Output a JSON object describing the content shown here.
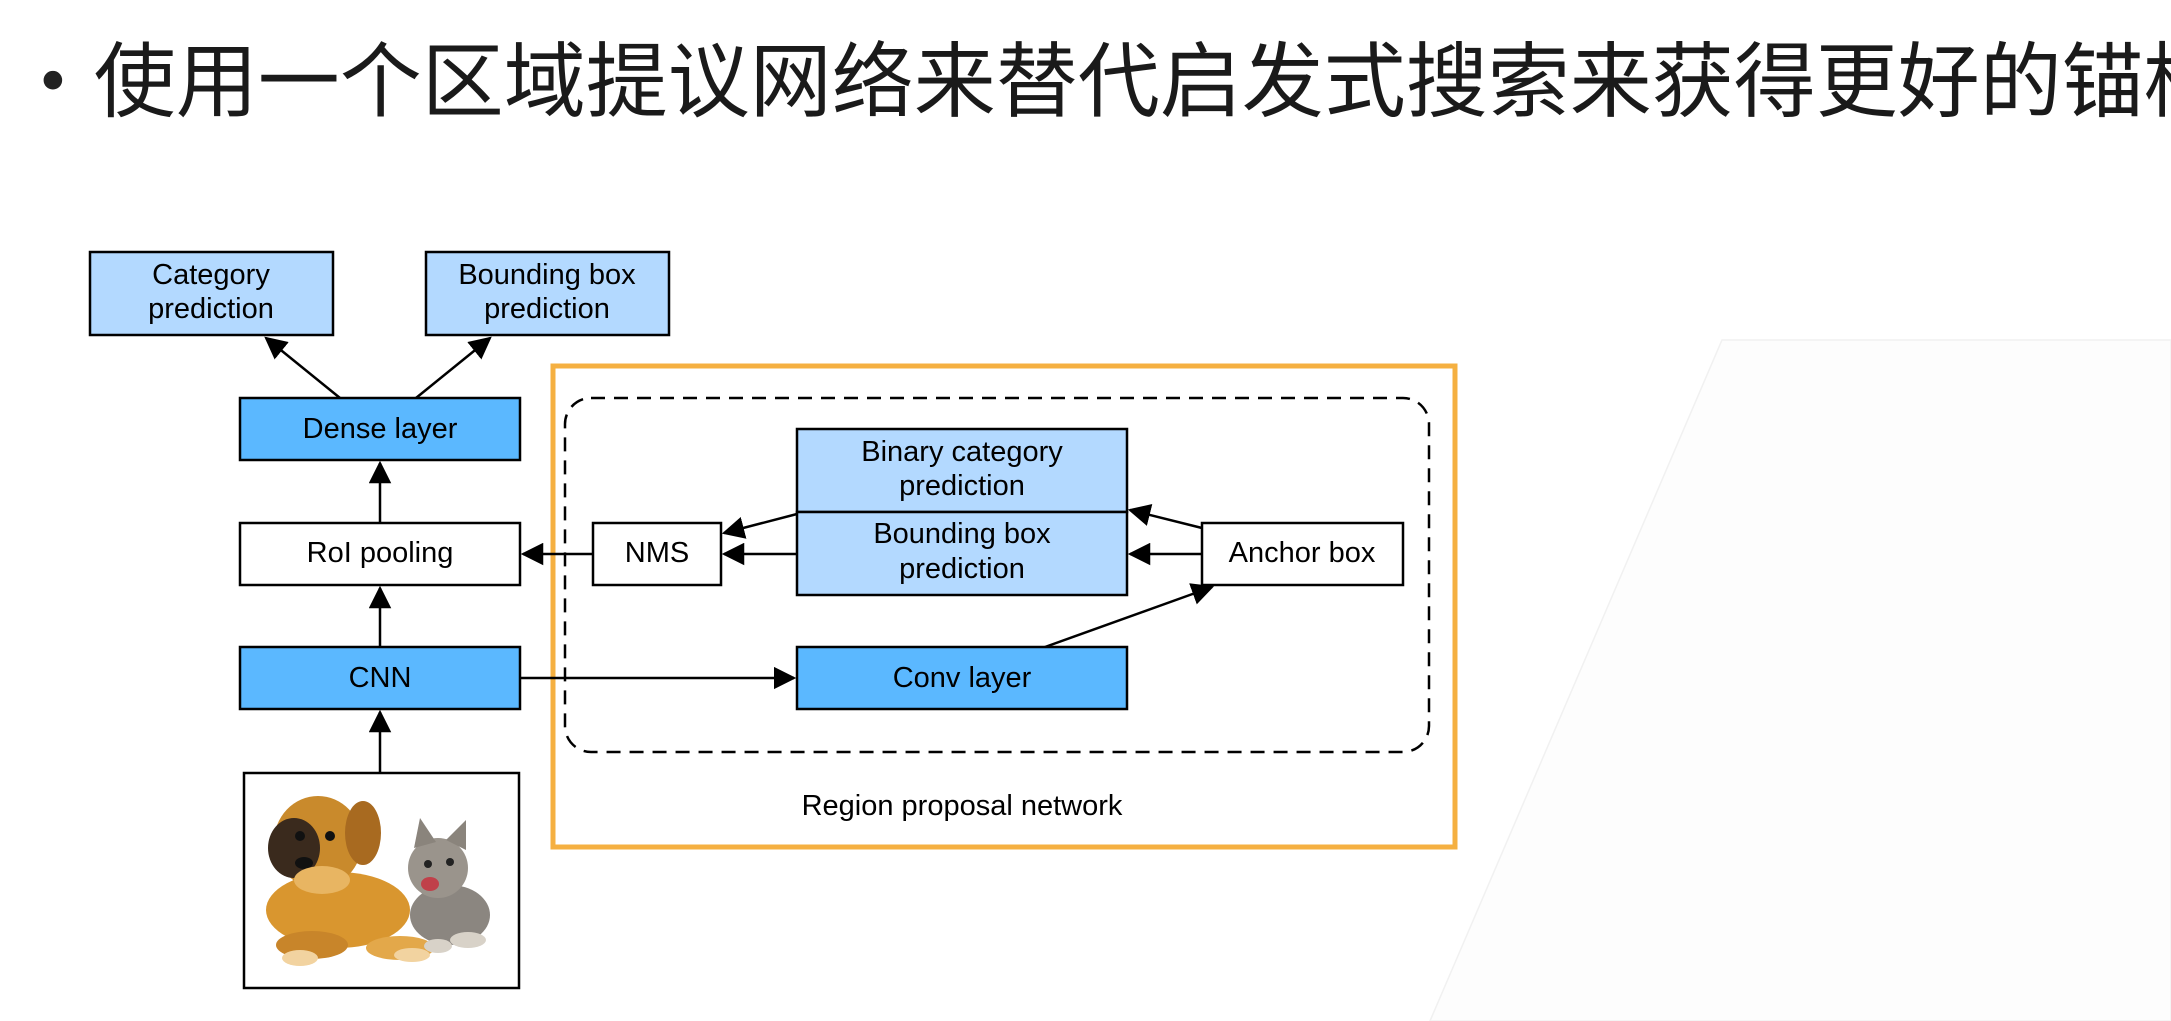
{
  "slide": {
    "bullet": "•",
    "title": "使用一个区域提议网络来替代启发式搜索来获得更好的锚框"
  },
  "diagram": {
    "nodes": {
      "category_prediction": [
        "Category",
        "prediction"
      ],
      "bbox_prediction_top": [
        "Bounding box",
        "prediction"
      ],
      "dense_layer": "Dense layer",
      "roi_pooling": "RoI pooling",
      "cnn": "CNN",
      "nms": "NMS",
      "binary_category_prediction": [
        "Binary category",
        "prediction"
      ],
      "bbox_prediction_rpn": [
        "Bounding box",
        "prediction"
      ],
      "anchor_box": "Anchor box",
      "conv_layer": "Conv layer"
    },
    "region_label": "Region proposal network",
    "input_image": "dog-and-kitten-photo",
    "colors": {
      "light_blue": "#b3d9ff",
      "dark_blue": "#5bb8ff",
      "orange_border": "#f5b041",
      "white": "#ffffff"
    }
  }
}
